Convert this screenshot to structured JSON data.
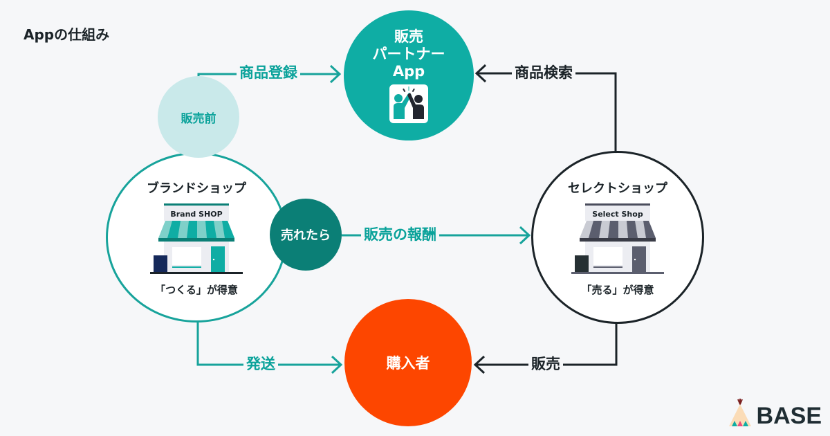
{
  "title": "Appの仕組み",
  "nodes": {
    "app": {
      "line1": "販売",
      "line2": "パートナー",
      "line3": "App",
      "icon": "high-five-icon"
    },
    "pre_sale": "販売前",
    "brand_shop": {
      "name": "ブランドショップ",
      "sign": "Brand SHOP",
      "tagline": "「つくる」が得意"
    },
    "select_shop": {
      "name": "セレクトショップ",
      "sign": "Select Shop",
      "tagline": "「売る」が得意"
    },
    "when_sold": "売れたら",
    "buyer": "購入者"
  },
  "edges": {
    "register": "商品登録",
    "search": "商品検索",
    "reward": "販売の報酬",
    "ship": "発送",
    "sell": "販売"
  },
  "brand": {
    "name": "BASE"
  },
  "colors": {
    "teal": "#0fada4",
    "dark_teal": "#0b7f76",
    "light_teal": "#c9e9ea",
    "orange": "#fd4600",
    "ink": "#1b2328"
  }
}
